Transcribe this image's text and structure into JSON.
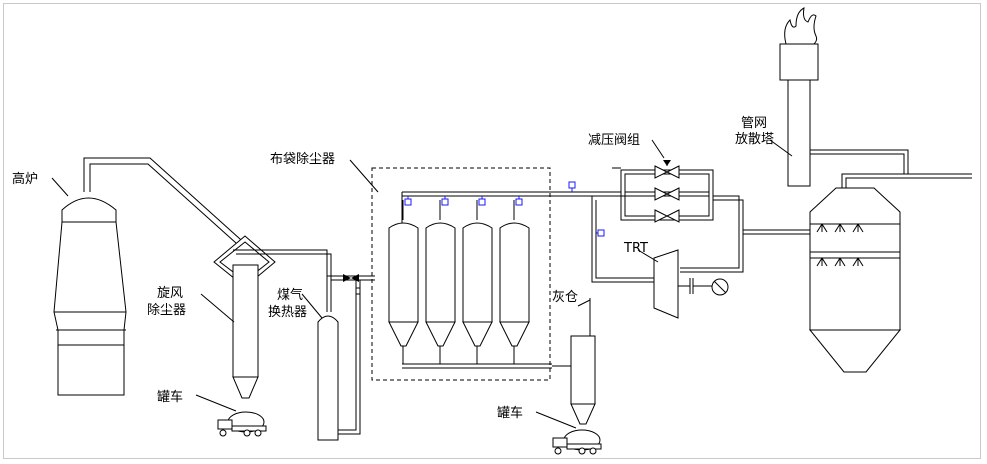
{
  "labels": {
    "blast_furnace": "高炉",
    "cyclone_line1": "旋风",
    "cyclone_line2": "除尘器",
    "heat_exchanger_line1": "煤气",
    "heat_exchanger_line2": "换热器",
    "bag_filter": "布袋除尘器",
    "ash_bin": "灰仓",
    "tank_truck_left": "罐车",
    "tank_truck_right": "罐车",
    "pressure_valve_group": "减压阀组",
    "trt": "TRT",
    "flare_line1": "管网",
    "flare_line2": "放散塔"
  },
  "colors": {
    "line": "#000000",
    "valve": "#1a1aff",
    "border": "#c9c9c9",
    "background": "#ffffff"
  },
  "icons": [
    "flame-icon",
    "tank-truck-icon",
    "gate-valve-icon",
    "generator-icon",
    "butterfly-valve-icon"
  ]
}
